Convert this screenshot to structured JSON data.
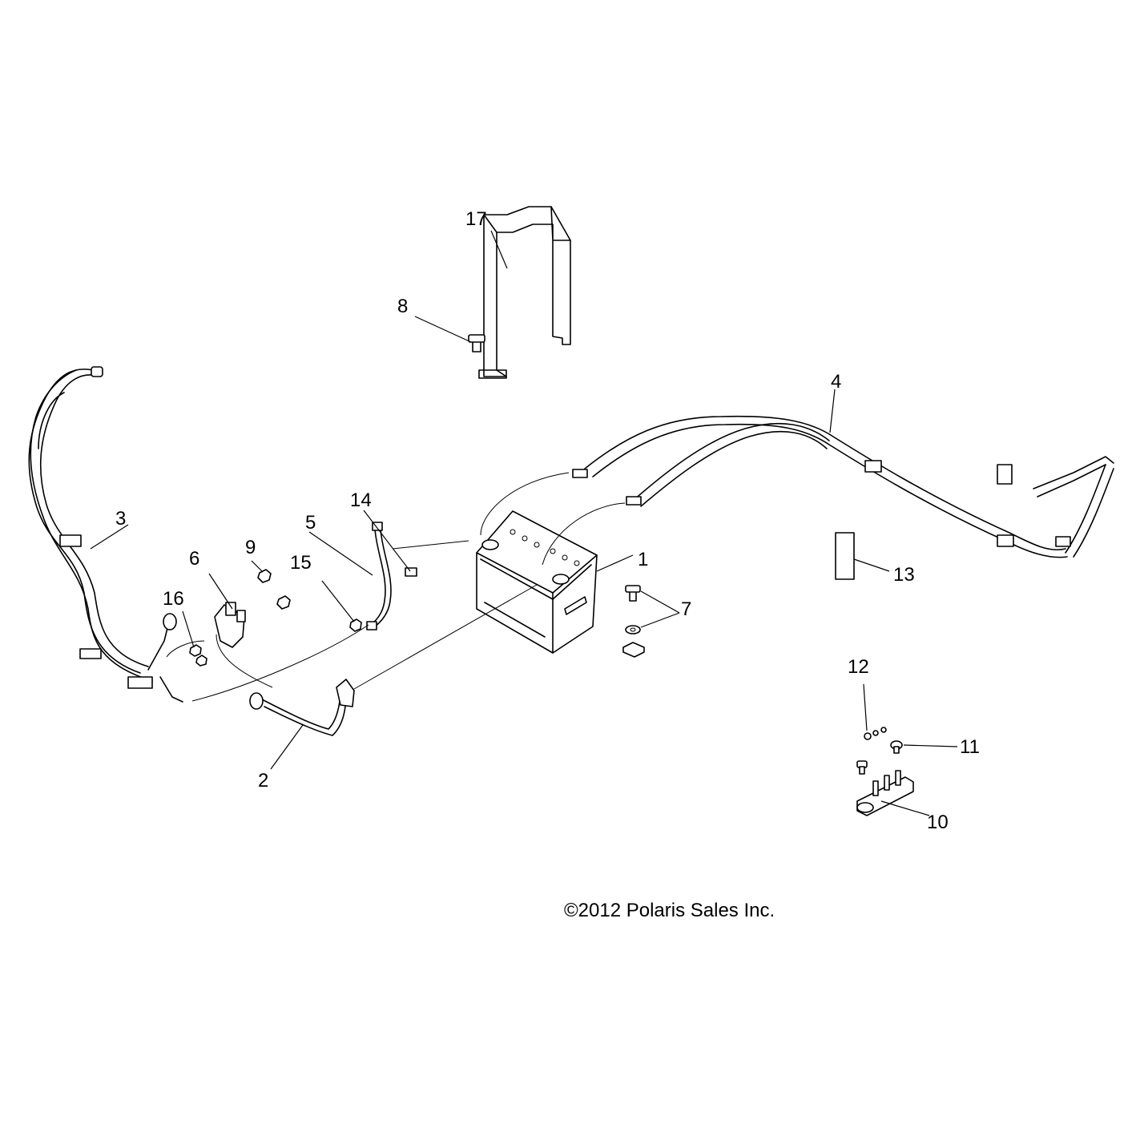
{
  "callouts": {
    "c1": "1",
    "c2": "2",
    "c3": "3",
    "c4": "4",
    "c5": "5",
    "c6": "6",
    "c7": "7",
    "c8": "8",
    "c9": "9",
    "c10": "10",
    "c11": "11",
    "c12": "12",
    "c13": "13",
    "c14": "14",
    "c15": "15",
    "c16": "16",
    "c17": "17"
  },
  "copyright": "©2012 Polaris Sales Inc."
}
